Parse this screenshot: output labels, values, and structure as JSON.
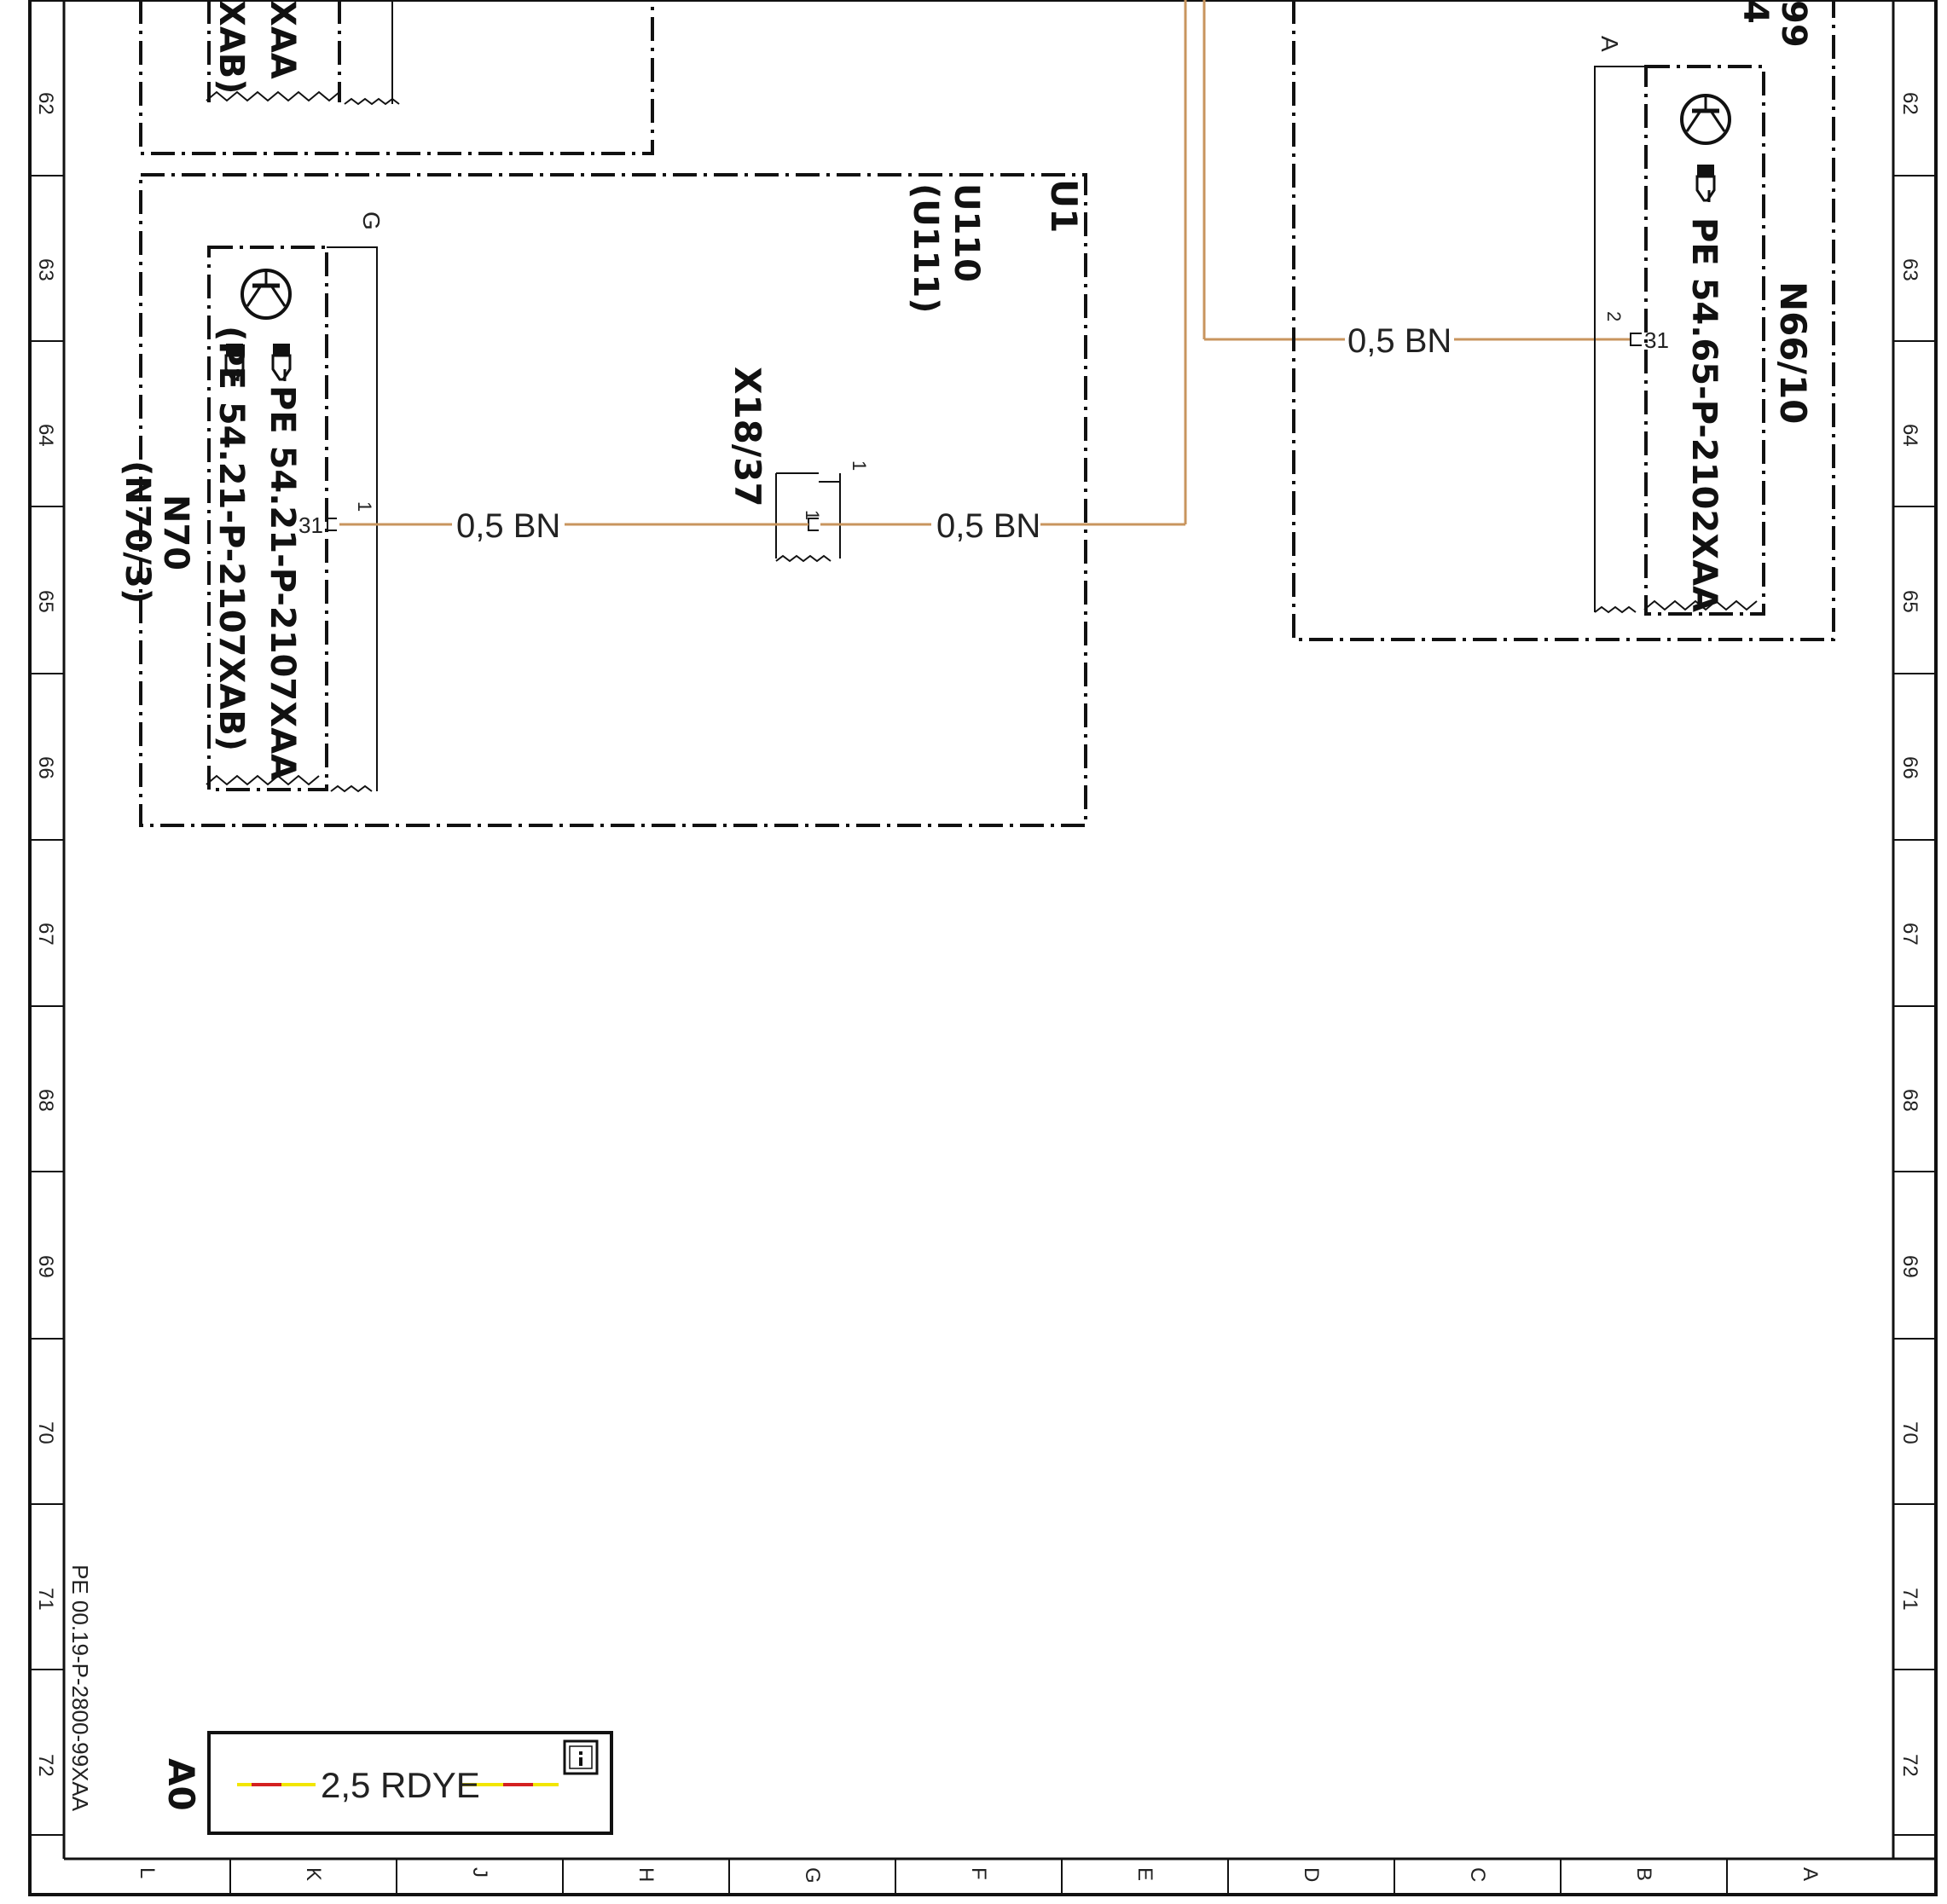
{
  "grid": {
    "row_numbers": [
      "62",
      "63",
      "64",
      "65",
      "66",
      "67",
      "68",
      "69",
      "70",
      "71",
      "72"
    ],
    "column_letters": [
      "L",
      "K",
      "J",
      "H",
      "G",
      "F",
      "E",
      "D",
      "C",
      "B",
      "A"
    ]
  },
  "doc_ref": "PE 00.19-P-2800-99XAA",
  "sheet_label": "A0",
  "legend": {
    "wire_label": "2,5 RDYE",
    "info_icon": "info-icon",
    "colors": {
      "red": "#d42020",
      "yellow": "#f2e600"
    }
  },
  "wire_color": "#c8955e",
  "top_fragments": {
    "left_1": "XAA",
    "left_2": "XAB)",
    "right_1": "99",
    "right_2": "4"
  },
  "components": {
    "u1": {
      "id": "U1",
      "sub1": "U110",
      "sub2": "(U111)"
    },
    "n70": {
      "id": "N70",
      "alt": "(N70/3)",
      "ref1": "PE 54.21-P-2107XAA",
      "ref2": "(PE 54.21-P-2107XAB)",
      "connector": "G",
      "pin": "1",
      "terminal": "31",
      "icons": [
        "transistor-icon",
        "hand-pointer-icon"
      ]
    },
    "x18": {
      "id": "X18/37",
      "pin_out": "1",
      "pin_in": "1"
    },
    "n66": {
      "id": "N66/10",
      "ref": "PE 54.65-P-2102XAA",
      "connector": "A",
      "pin": "2",
      "terminal": "31",
      "icons": [
        "transistor-icon",
        "hand-pointer-icon"
      ]
    }
  },
  "wires": [
    {
      "label": "0,5 BN"
    },
    {
      "label": "0,5 BN"
    },
    {
      "label": "0,5 BN"
    }
  ]
}
